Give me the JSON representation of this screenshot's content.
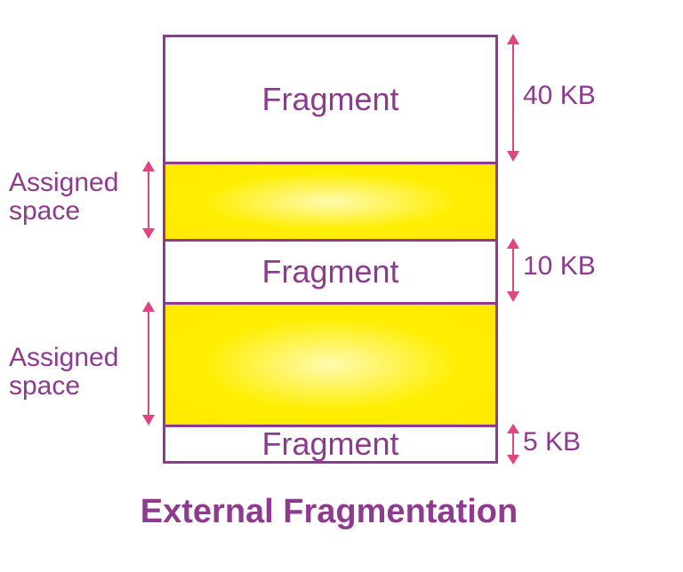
{
  "diagram": {
    "title": "External Fragmentation",
    "blocks": [
      {
        "kind": "free",
        "label": "Fragment",
        "size_label": "40 KB"
      },
      {
        "kind": "assigned",
        "label": "Assigned space"
      },
      {
        "kind": "free",
        "label": "Fragment",
        "size_label": "10 KB"
      },
      {
        "kind": "assigned",
        "label": "Assigned space"
      },
      {
        "kind": "free",
        "label": "Fragment",
        "size_label": "5 KB"
      }
    ],
    "colors": {
      "outline": "#8e3a8e",
      "arrow": "#e0457f",
      "assigned_fill": "#ffee00",
      "free_fill": "#ffffff"
    }
  }
}
